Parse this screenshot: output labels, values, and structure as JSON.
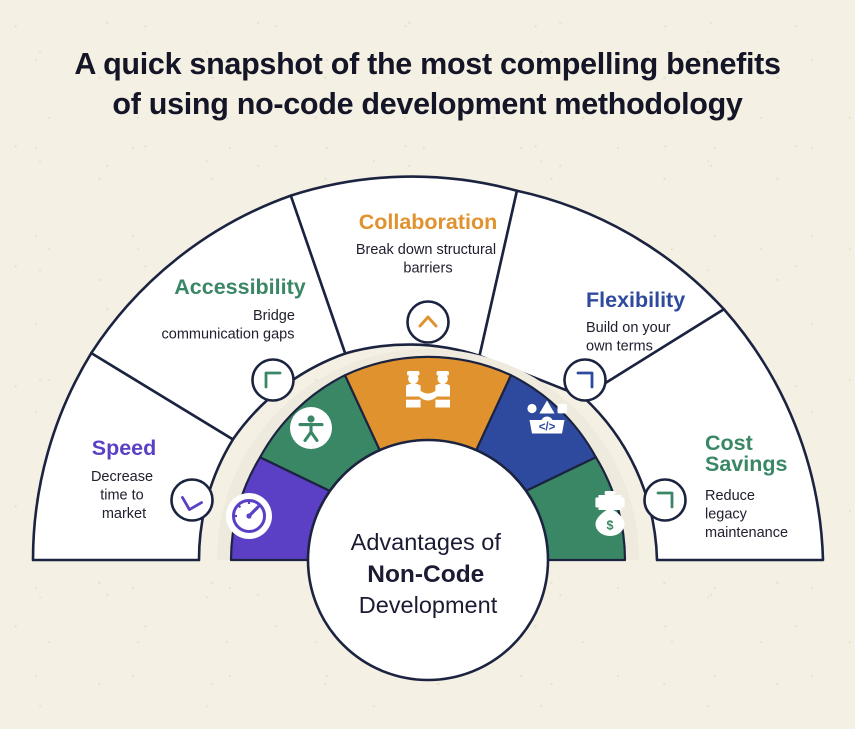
{
  "page": {
    "background_color": "#f4f0e3",
    "headline_line1": "A quick snapshot of the most compelling benefits",
    "headline_line2": "of using no-code development methodology",
    "headline_color": "#151528"
  },
  "center": {
    "line1": "Advantages of",
    "line2": "Non-Code",
    "line3": "Development",
    "text_color": "#1b1b33",
    "fill": "#ffffff",
    "stroke": "#1b2340"
  },
  "wheel": {
    "outline_color": "#1b2340",
    "outer_fill": "#ffffff",
    "gap_fill": "#efeade",
    "connector_fill": "#ffffff"
  },
  "segments": [
    {
      "id": "speed",
      "title": "Speed",
      "desc_lines": [
        "Decrease",
        "time to",
        "market"
      ],
      "color": "#5b3fc4",
      "icon": "speedometer-icon",
      "chevron_color": "#5b3fc4"
    },
    {
      "id": "accessibility",
      "title": "Accessibility",
      "desc_lines": [
        "Bridge",
        "communication gaps"
      ],
      "color": "#3a8765",
      "icon": "accessibility-person-icon",
      "chevron_color": "#3a8765"
    },
    {
      "id": "collaboration",
      "title": "Collaboration",
      "desc_lines": [
        "Break down structural",
        "barriers"
      ],
      "color": "#e0922f",
      "icon": "handshake-icon",
      "chevron_color": "#e0922f"
    },
    {
      "id": "flexibility",
      "title": "Flexibility",
      "desc_lines": [
        "Build on your",
        "own terms"
      ],
      "color": "#2e4a9e",
      "icon": "code-shapes-icon",
      "chevron_color": "#2e4a9e"
    },
    {
      "id": "cost-savings",
      "title": "Cost Savings",
      "title_lines": [
        "Cost",
        "Savings"
      ],
      "desc_lines": [
        "Reduce",
        "legacy",
        "maintenance"
      ],
      "color": "#3a8765",
      "icon": "money-bag-icon",
      "chevron_color": "#3a8765"
    }
  ]
}
